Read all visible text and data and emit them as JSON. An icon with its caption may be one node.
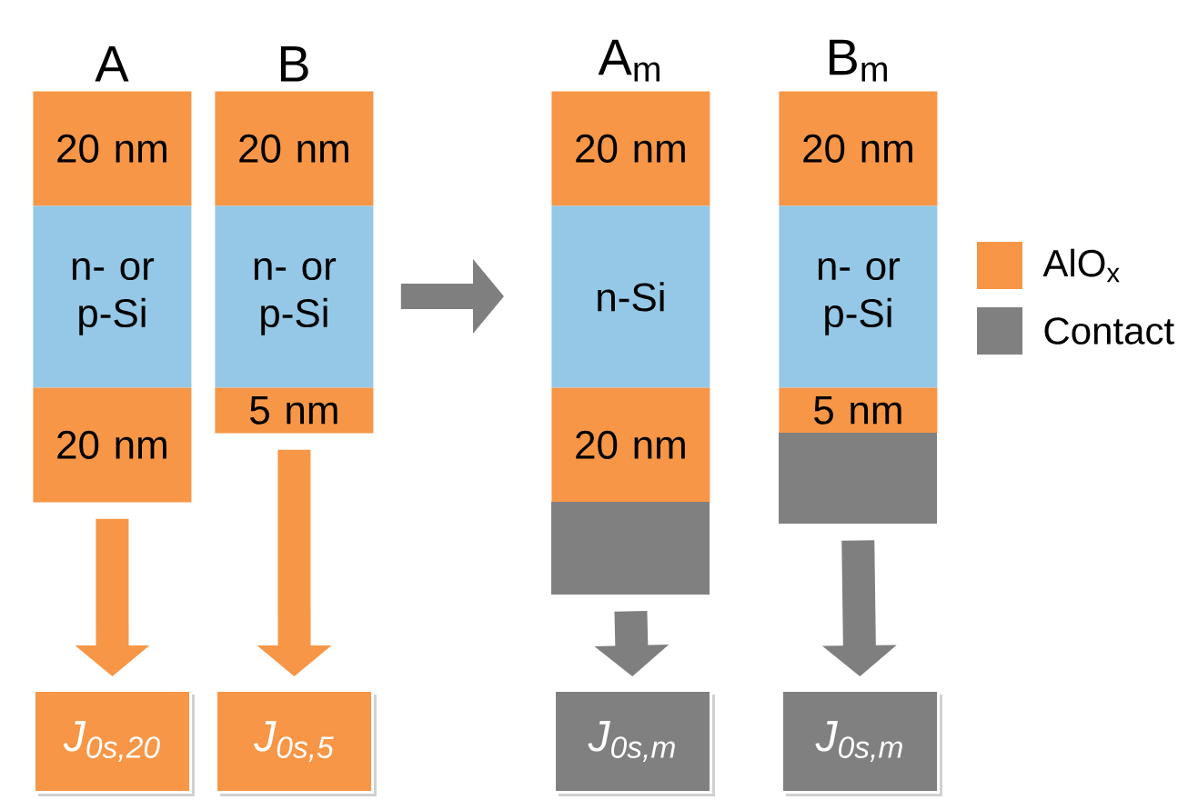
{
  "diagram": {
    "nodes": [
      {
        "text": [
          "20 nm"
        ]
      },
      {
        "text": [
          "n- or p-Si"
        ]
      },
      {
        "text": [
          "20 nm"
        ]
      },
      {
        "text": [
          "20 nm"
        ]
      },
      {
        "text": [
          "n- or p-Si"
        ]
      },
      {
        "text": [
          "5 nm"
        ]
      },
      {
        "text": [
          "20 nm"
        ]
      },
      {
        "text": [
          "n-Si"
        ]
      },
      {
        "text": [
          "20 nm"
        ]
      },
      {
        "text": [],
        "shape": "box"
      },
      {
        "text": [
          "20 nm"
        ]
      },
      {
        "text": [
          "n- or p-Si"
        ]
      },
      {
        "text": [
          "5 nm"
        ]
      },
      {
        "text": [],
        "shape": "box"
      },
      {
        "text": [
          "J$_{0s,20}$"
        ]
      },
      {
        "text": [
          "J$_{0s,5}$"
        ]
      },
      {
        "text": [
          "J$_{0s,m}$"
        ]
      },
      {
        "text": [
          "J$_{0s,m}$"
        ]
      }
    ],
    "edges": [
      {
        "from": 2,
        "to": 14,
        "arrow": "to",
        "color": "#f79646"
      },
      {
        "from": 5,
        "to": 15,
        "arrow": "to",
        "color": "#f79646"
      },
      {
        "from": 4,
        "to": 7,
        "arrow": "to"
      },
      {
        "from": 9,
        "to": 16,
        "arrow": "to"
      },
      {
        "from": 13,
        "to": 17,
        "arrow": "to"
      }
    ],
    "labels": [
      "A",
      "B",
      "A$_{m}$",
      "B$_{m}$"
    ],
    "legend": [
      {
        "text": "AlO$_{x}$",
        "color": "#f79646"
      },
      {
        "text": "Contact",
        "color": "#808080"
      }
    ]
  }
}
